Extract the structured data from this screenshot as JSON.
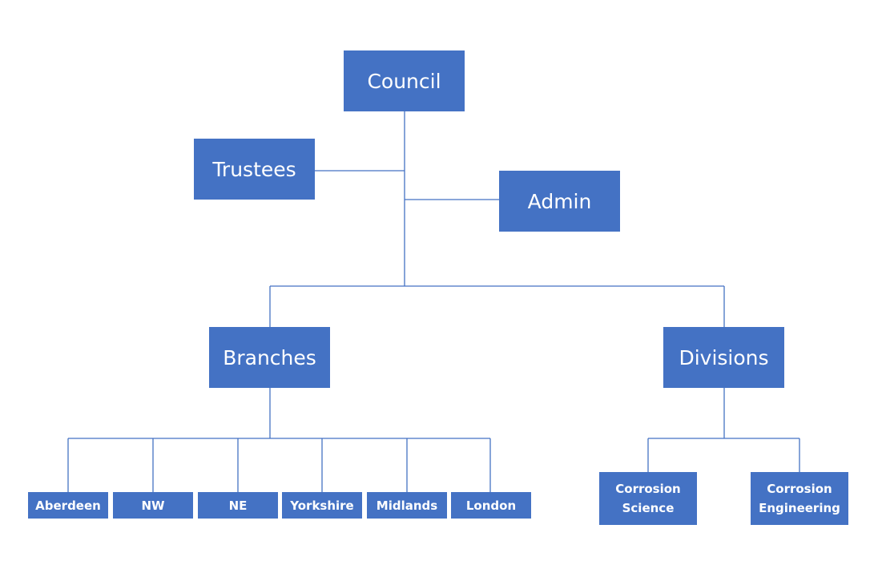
{
  "org_chart": {
    "council": "Council",
    "trustees": "Trustees",
    "admin": "Admin",
    "branches": {
      "label": "Branches",
      "items": [
        "Aberdeen",
        "NW",
        "NE",
        "Yorkshire",
        "Midlands",
        "London"
      ]
    },
    "divisions": {
      "label": "Divisions",
      "items": [
        [
          "Corrosion",
          "Science"
        ],
        [
          "Corrosion",
          "Engineering"
        ]
      ]
    }
  },
  "colors": {
    "node_fill": "#4472c4",
    "node_text": "#ffffff",
    "connector": "#4472c4"
  }
}
